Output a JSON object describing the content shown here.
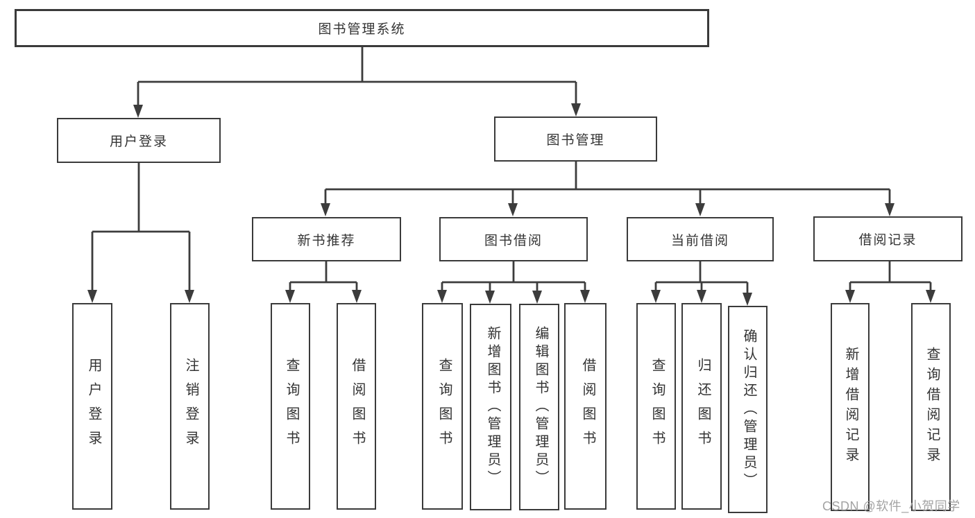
{
  "diagram": {
    "type": "hierarchy-tree",
    "colors": {
      "line": "#3c3c3c",
      "box_border": "#3a3a3a",
      "text": "#333333",
      "background": "#ffffff",
      "watermark": "#a3a3a3"
    },
    "nodes": {
      "root": {
        "label": "图书管理系统"
      },
      "user_login": {
        "label": "用户登录"
      },
      "book_management": {
        "label": "图书管理"
      },
      "ul_login": {
        "label": "用户登录"
      },
      "ul_logout": {
        "label": "注销登录"
      },
      "new_book_rec": {
        "label": "新书推荐"
      },
      "book_borrow": {
        "label": "图书借阅"
      },
      "current_borrow": {
        "label": "当前借阅"
      },
      "borrow_records": {
        "label": "借阅记录"
      },
      "nbr_query": {
        "label": "查询图书"
      },
      "nbr_borrow": {
        "label": "借阅图书"
      },
      "bb_query": {
        "label": "查询图书"
      },
      "bb_add": {
        "label": "新增图书（管理员）"
      },
      "bb_edit": {
        "label": "编辑图书（管理员）"
      },
      "bb_borrow": {
        "label": "借阅图书"
      },
      "cb_query": {
        "label": "查询图书"
      },
      "cb_return": {
        "label": "归还图书"
      },
      "cb_confirm": {
        "label": "确认归还（管理员）"
      },
      "br_add": {
        "label": "新增借阅记录"
      },
      "br_query": {
        "label": "查询借阅记录"
      }
    },
    "edges": [
      {
        "from": "图书管理系统",
        "to": "用户登录"
      },
      {
        "from": "图书管理系统",
        "to": "图书管理"
      },
      {
        "from": "用户登录",
        "to": "用户登录"
      },
      {
        "from": "用户登录",
        "to": "注销登录"
      },
      {
        "from": "图书管理",
        "to": "新书推荐"
      },
      {
        "from": "图书管理",
        "to": "图书借阅"
      },
      {
        "from": "图书管理",
        "to": "当前借阅"
      },
      {
        "from": "图书管理",
        "to": "借阅记录"
      },
      {
        "from": "新书推荐",
        "to": "查询图书"
      },
      {
        "from": "新书推荐",
        "to": "借阅图书"
      },
      {
        "from": "图书借阅",
        "to": "查询图书"
      },
      {
        "from": "图书借阅",
        "to": "新增图书（管理员）"
      },
      {
        "from": "图书借阅",
        "to": "编辑图书（管理员）"
      },
      {
        "from": "图书借阅",
        "to": "借阅图书"
      },
      {
        "from": "当前借阅",
        "to": "查询图书"
      },
      {
        "from": "当前借阅",
        "to": "归还图书"
      },
      {
        "from": "当前借阅",
        "to": "确认归还（管理员）"
      },
      {
        "from": "借阅记录",
        "to": "新增借阅记录"
      },
      {
        "from": "借阅记录",
        "to": "查询借阅记录"
      }
    ]
  },
  "watermark": {
    "text": "CSDN @软件_小贺同学"
  }
}
